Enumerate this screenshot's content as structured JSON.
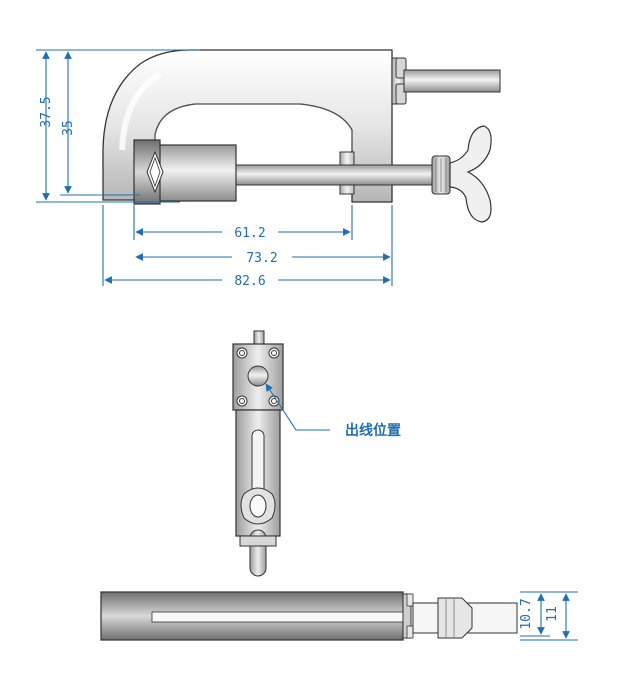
{
  "colors": {
    "dimension": "#1f6fb2",
    "metal_light": "#f2f2f2",
    "metal_mid": "#c8c8c8",
    "metal_dark": "#8a8a8a",
    "outline": "#333333"
  },
  "side_view": {
    "dim_height_outer": "37.5",
    "dim_height_inner": "35",
    "dim_jaw_opening": "61.2",
    "dim_to_body_front": "73.2",
    "dim_overall_length": "82.6"
  },
  "top_view": {
    "callout_label": "出线位置"
  },
  "bottom_view": {
    "dim_thickness_inner": "10.7",
    "dim_thickness_outer": "11"
  }
}
